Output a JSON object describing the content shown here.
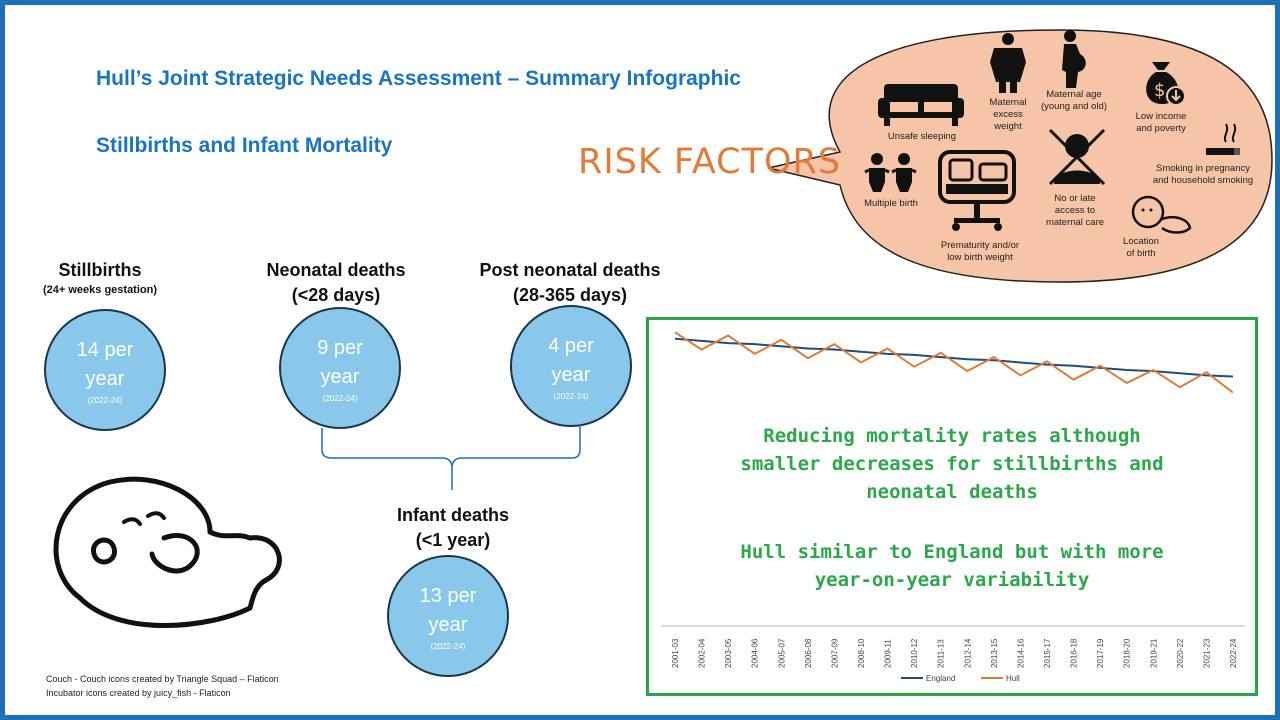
{
  "header": {
    "title": "Hull’s Joint Strategic Needs Assessment – Summary Infographic",
    "subtitle": "Stillbirths and Infant Mortality"
  },
  "stats": {
    "stillbirths": {
      "label": "Stillbirths",
      "sub": "(24+ weeks gestation)",
      "value_line1": "14 per",
      "value_line2": "year",
      "period": "(2022-24)"
    },
    "neonatal": {
      "label_line1": "Neonatal deaths",
      "label_line2": "(<28 days)",
      "value_line1": "9 per",
      "value_line2": "year",
      "period": "(2022-24)"
    },
    "post_neonatal": {
      "label_line1": "Post neonatal deaths",
      "label_line2": "(28-365 days)",
      "value_line1": "4 per",
      "value_line2": "year",
      "period": "(2022-24)"
    },
    "infant": {
      "label_line1": "Infant deaths",
      "label_line2": "(<1 year)",
      "value_line1": "13 per",
      "value_line2": "year",
      "period": "(2022-24)"
    }
  },
  "risk": {
    "title": "RISK FACTORS",
    "items": {
      "unsafe_sleeping": "Unsafe sleeping",
      "maternal_weight_1": "Maternal",
      "maternal_weight_2": "excess",
      "maternal_weight_3": "weight",
      "maternal_age_1": "Maternal age",
      "maternal_age_2": "(young and old)",
      "low_income_1": "Low income",
      "low_income_2": "and poverty",
      "smoking_1": "Smoking in pregnancy",
      "smoking_2": "and household smoking",
      "multiple_birth": "Multiple birth",
      "prematurity_1": "Prematurity and/or",
      "prematurity_2": "low birth weight",
      "access_1": "No or late",
      "access_2": "access to",
      "access_3": "maternal care",
      "location_1": "Location",
      "location_2": "of birth"
    }
  },
  "messages": {
    "line1": "Reducing mortality rates although",
    "line2": "smaller decreases for stillbirths and",
    "line3": "neonatal deaths",
    "line4": "Hull similar to England but with more",
    "line5": "year-on-year variability"
  },
  "chart_data": {
    "type": "line",
    "x": [
      "2001-03",
      "2002-04",
      "2003-05",
      "2004-06",
      "2005-07",
      "2006-08",
      "2007-09",
      "2008-10",
      "2009-11",
      "2010-12",
      "2011-13",
      "2012-14",
      "2013-15",
      "2014-16",
      "2015-17",
      "2016-18",
      "2017-19",
      "2018-20",
      "2019-21",
      "2020-22",
      "2021-23",
      "2022-24"
    ],
    "series": [
      {
        "name": "England",
        "color": "#1f4e79",
        "values": [
          10.0,
          9.8,
          9.6,
          9.5,
          9.3,
          9.1,
          9.0,
          8.8,
          8.6,
          8.5,
          8.3,
          8.1,
          8.0,
          7.8,
          7.6,
          7.5,
          7.3,
          7.1,
          7.0,
          6.8,
          6.6,
          6.5
        ]
      },
      {
        "name": "Hull",
        "color": "#e07b39",
        "values": [
          10.6,
          9.0,
          10.3,
          8.6,
          9.9,
          8.2,
          9.5,
          7.8,
          9.1,
          7.4,
          8.7,
          7.0,
          8.3,
          6.6,
          7.9,
          6.2,
          7.5,
          5.9,
          7.1,
          5.5,
          6.9,
          5.0
        ]
      }
    ],
    "ylim": [
      0,
      12
    ],
    "grid": false,
    "legend": "bottom"
  },
  "credits": {
    "line1": "Couch - Couch icons created by Triangle Squad – Flaticon",
    "line2": "Incubator icons created by juicy_fish - Flaticon"
  }
}
